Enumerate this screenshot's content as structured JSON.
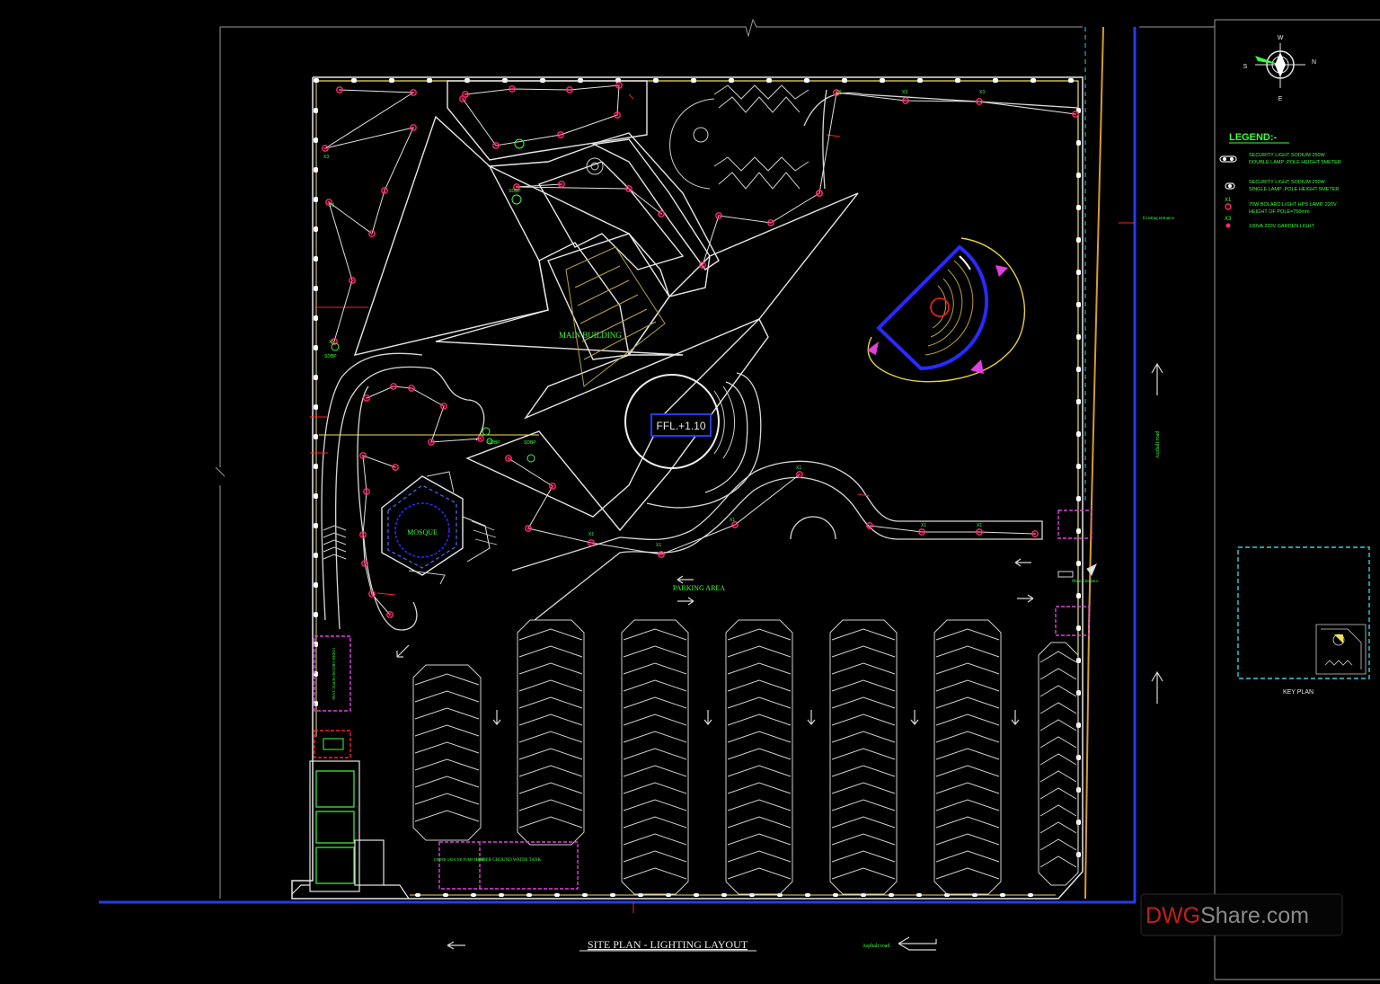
{
  "drawing": {
    "title": "SITE PLAN - LIGHTING LAYOUT",
    "labels": {
      "main_building": "MAIN BUILDING",
      "mosque": "MOSQUE",
      "parking_area": "PARKING AREA",
      "ffl": "FFL.+1.10",
      "asphalt_road_bottom": "Asphalt road",
      "asphalt_road_side": "Asphalt road",
      "main_entrance": "Main Entrance",
      "existing_entrance": "Existing entrance",
      "key_plan": "KEY PLAN",
      "water_tank": "UNDER GROUND WATER TANK",
      "pump_room": "UNDER GROUND PUMP ROOM",
      "septic_tank": "UNDER GROUND SEPTIC TANK",
      "sdbp": "SDBP",
      "x1": "X1",
      "x3": "X3"
    }
  },
  "compass": {
    "north": "N",
    "south": "S",
    "east": "E",
    "west": "W"
  },
  "legend": {
    "title": "LEGEND:-",
    "items": [
      {
        "symbol": "double-lamp",
        "lines": [
          "SECURITY LIGHT SODIUM 250W",
          "DOUBLE LAMP ,POLE HEIGHT 5METER"
        ]
      },
      {
        "symbol": "single-lamp",
        "lines": [
          "SECURITY LIGHT SODIUM 250W",
          "SINGLE LAMP ,POLE HEIGHT 5METER"
        ]
      },
      {
        "symbol": "X1",
        "lines": [
          "70W BOLARD LIGHT HPS LAMP, 220V",
          "HEIGHT OF POLE=750mm"
        ]
      },
      {
        "symbol": "X3",
        "lines": [
          "100VA 220V GARDEN LIGHT"
        ]
      }
    ]
  },
  "watermark": {
    "brand_a": "DWG",
    "brand_b": "Share.com"
  },
  "colors": {
    "boundary": "#e6e6e6",
    "light_chain": "#f0e060",
    "fixture": "#ff2a6a",
    "label_green": "#3cff3c",
    "road_blue": "#1f3cff",
    "amphi_blue": "#2a2aff",
    "tank_magenta": "#e040e0",
    "road_orange": "#d99a30",
    "feeder_red": "#ff2020"
  }
}
